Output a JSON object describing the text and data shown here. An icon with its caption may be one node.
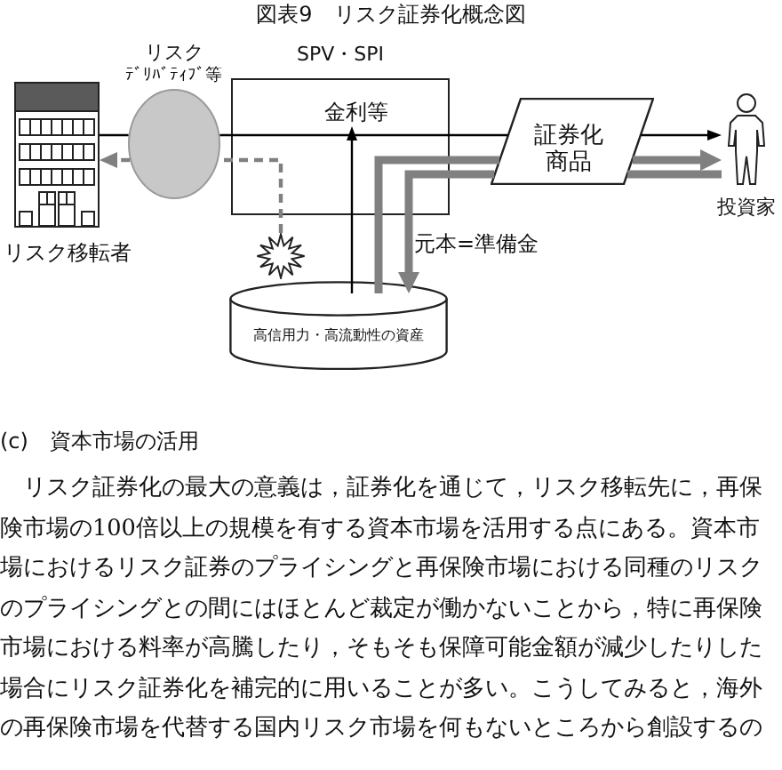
{
  "diagram": {
    "title": "図表9　リスク証券化概念図",
    "nodes": [
      {
        "text": [
          "リスク移転者"
        ]
      },
      {
        "text": [
          "リスク",
          "ﾃﾞﾘﾊﾞﾃｨﾌﾞ等"
        ]
      },
      {
        "text": [
          "SPV・SPI"
        ]
      },
      {
        "text": [
          "金利等"
        ],
        "in": 2
      },
      {
        "text": [
          "証券化商品"
        ]
      },
      {
        "text": [
          "投資家"
        ]
      },
      {
        "text": [],
        "shape": "starburst"
      },
      {
        "text": [
          "高信用力・高流動性の資産"
        ]
      }
    ],
    "edges": [
      {
        "from": 0,
        "to": 1,
        "arrow": "none",
        "color": "#000000"
      },
      {
        "from": 1,
        "to": 4,
        "arrow": "none",
        "color": "#000000"
      },
      {
        "from": 4,
        "to": 5,
        "arrow": "to",
        "color": "#000000"
      },
      {
        "from": 7,
        "to": 3,
        "arrow": "to",
        "color": "#000000"
      },
      {
        "from": 7,
        "to": 4,
        "arrow": "none",
        "style": "thick",
        "color": "#808080"
      },
      {
        "from": 4,
        "to": 5,
        "arrow": "to",
        "style": "thick",
        "color": "#808080"
      },
      {
        "from": 5,
        "to": 4,
        "arrow": "none",
        "style": "thick",
        "color": "#808080"
      },
      {
        "from": 4,
        "to": 7,
        "arrow": "to",
        "label": "元本=準備金",
        "style": "thick",
        "color": "#808080"
      },
      {
        "from": 6,
        "to": 1,
        "arrow": "none",
        "style": "dashed",
        "color": "#808080"
      },
      {
        "from": 1,
        "to": 0,
        "arrow": "to",
        "style": "dashed",
        "color": "#808080"
      }
    ],
    "labels": [
      "(c)　資本市場の活用",
      "リスク証券化の最大の意義は，証券化を通じて，リスク移転先に，再保険市場の100倍以上の規模を有する資本市場を活用する点にある。資本市場におけるリスク証券のプライシングと再保険市場における同種のリスクのプライシングとの間にはほとんど裁定が働かないことから，特に再保険市場における料率が高騰したり，そもそも保障可能金額が減少したりした場合にリスク証券化を補完的に用いることが多い。こうしてみると，海外の再保険市場を代替する国内リスク市場を何もないところから創設するの"
    ]
  }
}
